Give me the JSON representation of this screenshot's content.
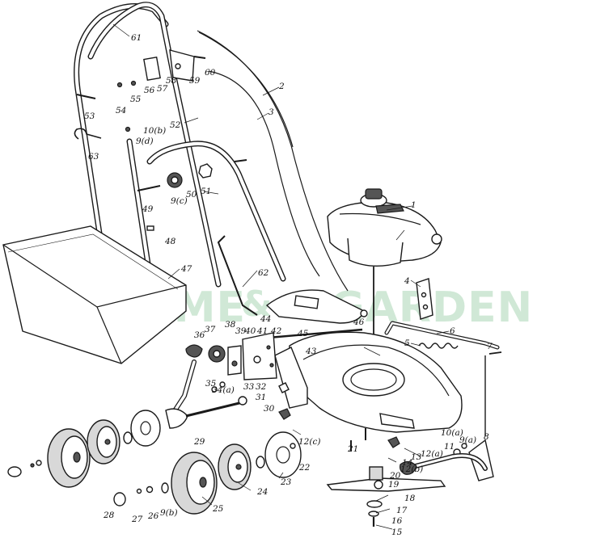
{
  "watermark": {
    "word_left": "HOME",
    "amp": "&",
    "word_right": "GARDEN",
    "color": "#2e9a4a"
  },
  "labels": {
    "l1": "1",
    "l2": "2",
    "l3": "3",
    "l4": "4",
    "l5": "5",
    "l6": "6",
    "l7": "7",
    "l8": "8",
    "l9a": "9(a)",
    "l9b": "9(b)",
    "l9c": "9(c)",
    "l9d": "9(d)",
    "l10a": "10(a)",
    "l10b": "10(b)",
    "l11": "11",
    "l12a": "12(a)",
    "l12b": "12(b)",
    "l12c": "12(c)",
    "l13": "13",
    "l14": "14",
    "l15": "15",
    "l16": "16",
    "l17": "17",
    "l18": "18",
    "l19": "19",
    "l20": "20",
    "l21": "21",
    "l22": "22",
    "l23": "23",
    "l24": "24",
    "l25": "25",
    "l26": "26",
    "l27": "27",
    "l28": "28",
    "l29": "29",
    "l30": "30",
    "l31": "31",
    "l32": "32",
    "l33": "33",
    "l34a": "34(a)",
    "l35": "35",
    "l36": "36",
    "l37": "37",
    "l38": "38",
    "l39": "39",
    "l40": "40",
    "l41": "41",
    "l42": "42",
    "l43": "43",
    "l44": "44",
    "l45": "45",
    "l46": "46",
    "l47": "47",
    "l48": "48",
    "l49": "49",
    "l50": "50",
    "l51": "51",
    "l52": "52",
    "l53": "53",
    "l54": "54",
    "l55": "55",
    "l56": "56",
    "l57": "57",
    "l58": "58",
    "l59": "59",
    "l60": "60",
    "l61": "61",
    "l62": "62",
    "l63": "63"
  }
}
